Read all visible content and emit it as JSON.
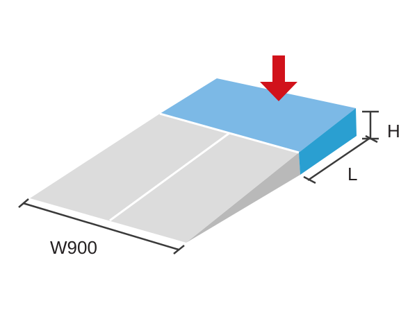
{
  "colors": {
    "ramp_top": "#dcdcdc",
    "ramp_side": "#b9b9b9",
    "platform_top": "#7cb9e6",
    "platform_front": "#2a9fd1",
    "platform_side": "#2a9fd1",
    "arrow": "#d1121b",
    "dimension_line": "#3a3a3a",
    "divider": "#ffffff"
  },
  "icons": {
    "load_arrow": "arrow-down-icon"
  },
  "labels": {
    "width": "W900",
    "height": "H",
    "length": "L"
  }
}
